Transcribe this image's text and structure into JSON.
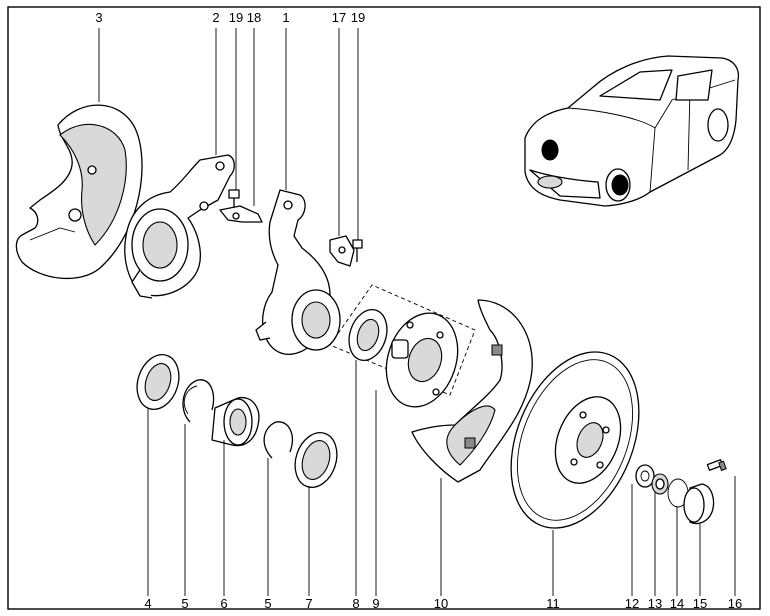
{
  "callouts": {
    "top": [
      {
        "id": "c3",
        "label": "3"
      },
      {
        "id": "c2",
        "label": "2"
      },
      {
        "id": "c19a",
        "label": "19"
      },
      {
        "id": "c18",
        "label": "18"
      },
      {
        "id": "c1",
        "label": "1"
      },
      {
        "id": "c17",
        "label": "17"
      },
      {
        "id": "c19b",
        "label": "19"
      }
    ],
    "bottom": [
      {
        "id": "c4",
        "label": "4"
      },
      {
        "id": "c5a",
        "label": "5"
      },
      {
        "id": "c6",
        "label": "6"
      },
      {
        "id": "c5b",
        "label": "5"
      },
      {
        "id": "c7",
        "label": "7"
      },
      {
        "id": "c8",
        "label": "8"
      },
      {
        "id": "c9",
        "label": "9"
      },
      {
        "id": "c10",
        "label": "10"
      },
      {
        "id": "c11",
        "label": "11"
      },
      {
        "id": "c12",
        "label": "12"
      },
      {
        "id": "c13",
        "label": "13"
      },
      {
        "id": "c14",
        "label": "14"
      },
      {
        "id": "c15",
        "label": "15"
      },
      {
        "id": "c16",
        "label": "16"
      }
    ]
  },
  "colors": {
    "line": "#000000",
    "background": "#ffffff",
    "shade": "#d9d9d9"
  }
}
